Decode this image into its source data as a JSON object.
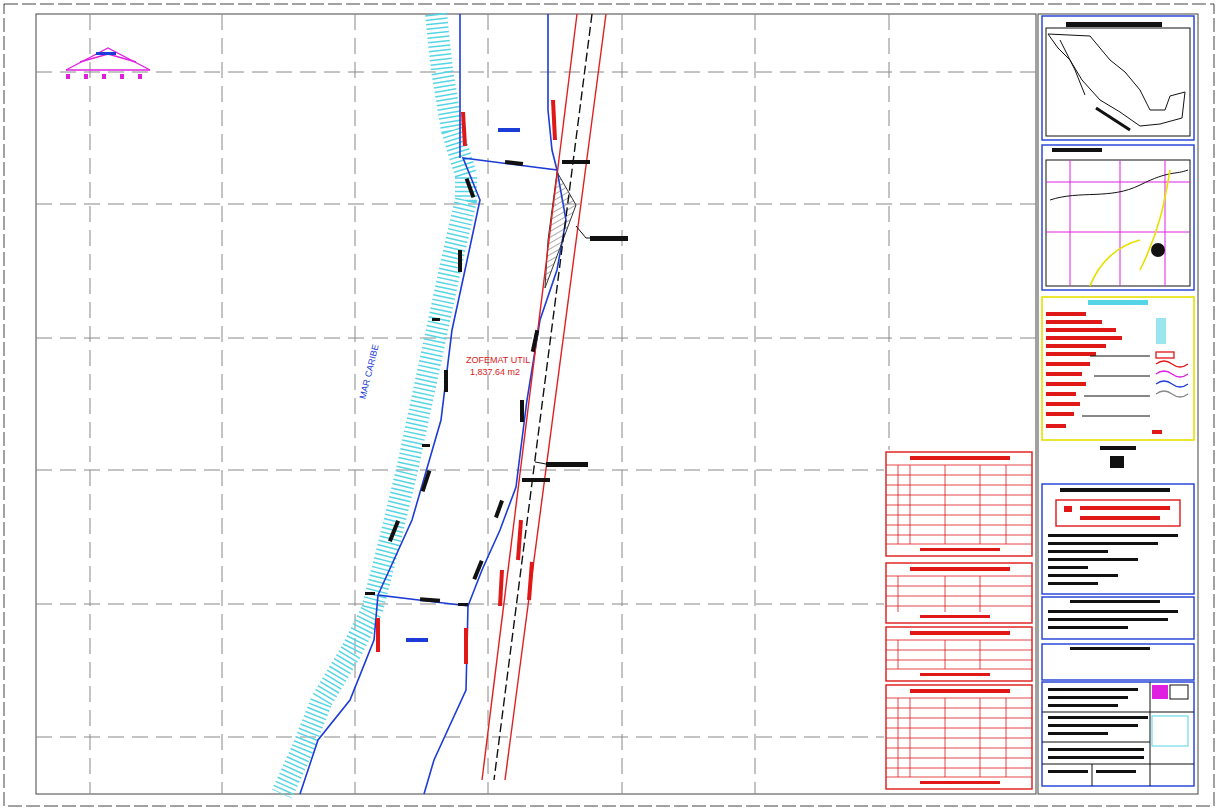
{
  "diagram": {
    "labels": [
      "MAR CARIBE",
      "ZOFEMAT UTIL",
      "1,837.64 m2"
    ]
  }
}
